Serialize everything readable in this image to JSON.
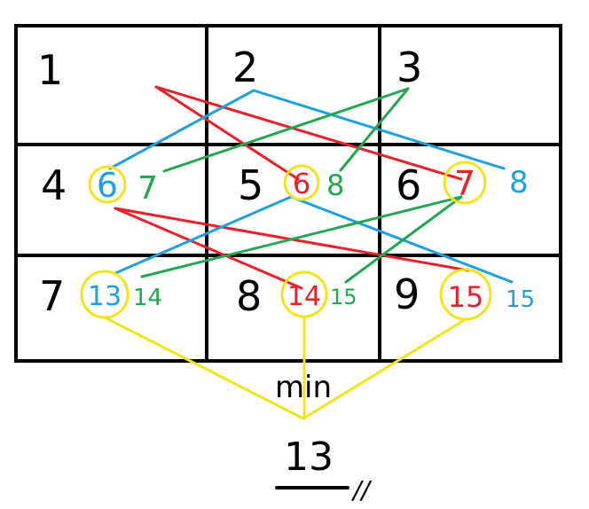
{
  "colors": {
    "background": "#ffffff",
    "grid": "#000000",
    "red": "#e8202a",
    "blue": "#1ea0e0",
    "green": "#22a650",
    "yellow": "#f2e41c",
    "black": "#000000"
  },
  "cells": [
    {
      "number": "1"
    },
    {
      "number": "2"
    },
    {
      "number": "3"
    },
    {
      "number": "4",
      "circled_value": "6",
      "circled_color": "blue",
      "side_value": "7",
      "side_color": "green"
    },
    {
      "number": "5",
      "circled_value": "6",
      "circled_color": "red",
      "side_value": "8",
      "side_color": "green"
    },
    {
      "number": "6",
      "circled_value": "7",
      "circled_color": "red",
      "side_value": "8",
      "side_color": "blue"
    },
    {
      "number": "7",
      "circled_value": "13",
      "circled_color": "blue",
      "side_value": "14",
      "side_color": "green"
    },
    {
      "number": "8",
      "circled_value": "14",
      "circled_color": "red",
      "side_value": "15",
      "side_color": "green"
    },
    {
      "number": "9",
      "circled_value": "15",
      "circled_color": "red",
      "side_value": "15",
      "side_color": "blue"
    }
  ],
  "annotations": {
    "min_label": "min",
    "result": "13",
    "done_mark": "//"
  }
}
